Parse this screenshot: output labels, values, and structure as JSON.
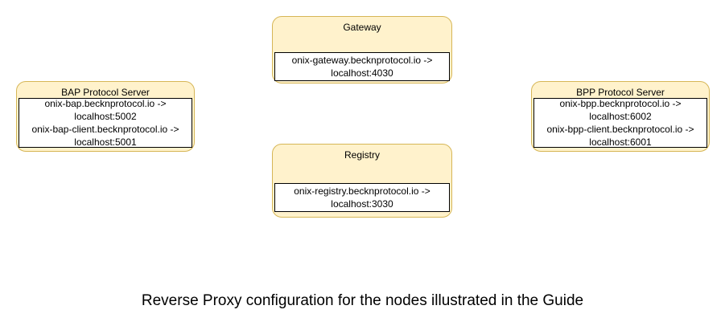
{
  "diagram": {
    "type": "block-diagram",
    "caption": "Reverse Proxy configuration for the nodes illustrated in the Guide",
    "colors": {
      "node_fill": "#fff2cc",
      "node_border": "#d6b656",
      "panel_fill": "#ffffff",
      "panel_border": "#000000",
      "text": "#000000",
      "background": "#ffffff"
    },
    "nodes": [
      {
        "id": "gateway",
        "title": "Gateway",
        "mappings": [
          {
            "line1": "onix-gateway.becknprotocol.io ->",
            "line2": "localhost:4030"
          }
        ]
      },
      {
        "id": "bap",
        "title": "BAP Protocol Server",
        "mappings": [
          {
            "line1": "onix-bap.becknprotocol.io ->",
            "line2": "localhost:5002"
          },
          {
            "line1": "onix-bap-client.becknprotocol.io ->",
            "line2": "localhost:5001"
          }
        ]
      },
      {
        "id": "bpp",
        "title": "BPP Protocol Server",
        "mappings": [
          {
            "line1": "onix-bpp.becknprotocol.io ->",
            "line2": "localhost:6002"
          },
          {
            "line1": "onix-bpp-client.becknprotocol.io ->",
            "line2": "localhost:6001"
          }
        ]
      },
      {
        "id": "registry",
        "title": "Registry",
        "mappings": [
          {
            "line1": "onix-registry.becknprotocol.io ->",
            "line2": "localhost:3030"
          }
        ]
      }
    ]
  }
}
